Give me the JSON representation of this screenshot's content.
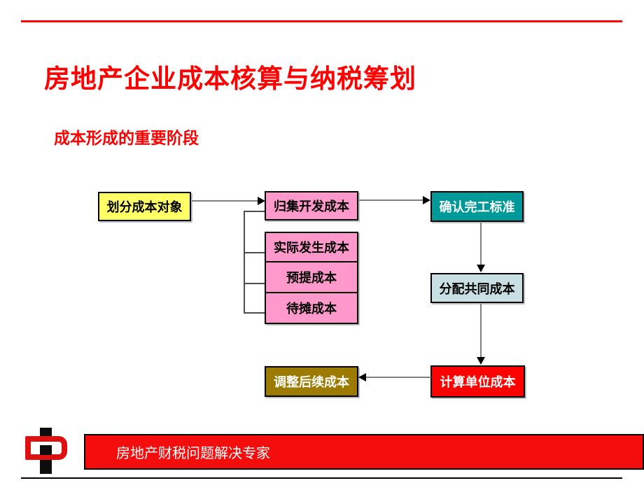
{
  "slide": {
    "title": "房地产企业成本核算与纳税筹划",
    "subtitle": "成本形成的重要阶段"
  },
  "flowchart": {
    "nodes": {
      "divide": {
        "label": "划分成本对象",
        "fill": "#FFFF66",
        "text_color": "#000000"
      },
      "collect": {
        "label": "归集开发成本",
        "fill": "#FF99CC",
        "text_color": "#000000"
      },
      "actual": {
        "label": "实际发生成本",
        "fill": "#FF99CC",
        "text_color": "#000000"
      },
      "accrued": {
        "label": "预提成本",
        "fill": "#FF99CC",
        "text_color": "#000000"
      },
      "deferred": {
        "label": "待摊成本",
        "fill": "#FF99CC",
        "text_color": "#000000"
      },
      "confirm": {
        "label": "确认完工标准",
        "fill": "#009999",
        "text_color": "#FFFFFF"
      },
      "allocate": {
        "label": "分配共同成本",
        "fill": "#C8E0E4",
        "text_color": "#000000"
      },
      "unit": {
        "label": "计算单位成本",
        "fill": "#FF0000",
        "text_color": "#FFFFFF"
      },
      "adjust": {
        "label": "调整后续成本",
        "fill": "#9C7B00",
        "text_color": "#FFFFFF"
      }
    },
    "connector_color": "#7F7F7F",
    "arrowhead_color": "#000000"
  },
  "footer": {
    "slogan": "房地产财税问题解决专家",
    "bar_color": "#F30D0D",
    "logo_icon": "zhong-logo",
    "logo_colors": {
      "red": "#DE1010",
      "black": "#0D0D0D"
    }
  },
  "accents": {
    "title_color": "#FF0000",
    "top_rule_color": "#FF0000",
    "bottom_rule_color": "#000000"
  }
}
